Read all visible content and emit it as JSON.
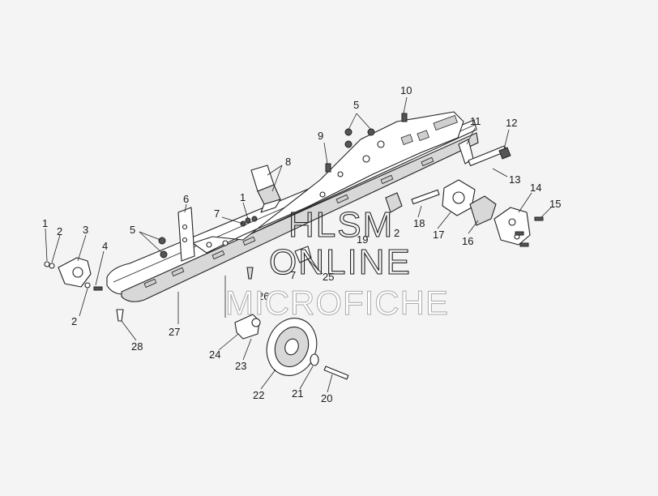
{
  "callouts": [
    "1",
    "2",
    "3",
    "4",
    "5",
    "6",
    "7",
    "8",
    "9",
    "10",
    "11",
    "12",
    "13",
    "14",
    "15",
    "16",
    "17",
    "18",
    "19",
    "20",
    "21",
    "22",
    "23",
    "24",
    "25",
    "26",
    "27",
    "28"
  ],
  "watermark": {
    "line1": "HLSM",
    "line2": "ONLINE",
    "line3": "MICROFICHE"
  },
  "colors": {
    "background": "#f4f4f4",
    "ink": "#222222"
  }
}
